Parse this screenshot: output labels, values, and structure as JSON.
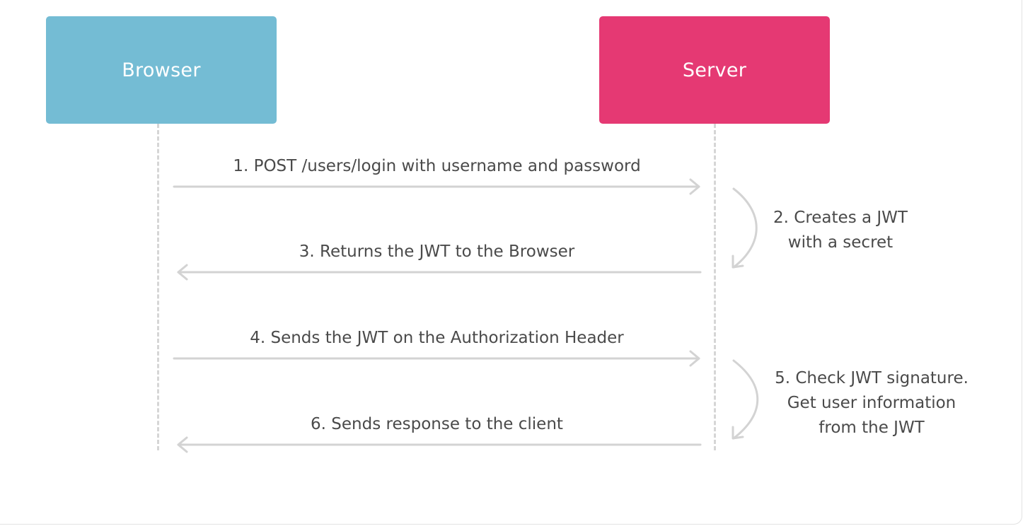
{
  "actors": {
    "browser": {
      "label": "Browser",
      "color": "#74bcd4"
    },
    "server": {
      "label": "Server",
      "color": "#e53973"
    }
  },
  "messages": [
    {
      "label": "1. POST /users/login with username and password",
      "direction": "browser-to-server"
    },
    {
      "label": "3. Returns the JWT to the Browser",
      "direction": "server-to-browser"
    },
    {
      "label": "4. Sends the JWT on the Authorization Header",
      "direction": "browser-to-server"
    },
    {
      "label": "6. Sends response to the client",
      "direction": "server-to-browser"
    }
  ],
  "notes": [
    {
      "lines": [
        "2. Creates a JWT",
        "with a secret"
      ]
    },
    {
      "lines": [
        "5. Check JWT signature.",
        "Get user information",
        "from the JWT"
      ]
    }
  ],
  "colors": {
    "arrow": "#d3d3d3",
    "lifeline": "#d6d6d6",
    "text": "#4a4a4a"
  }
}
